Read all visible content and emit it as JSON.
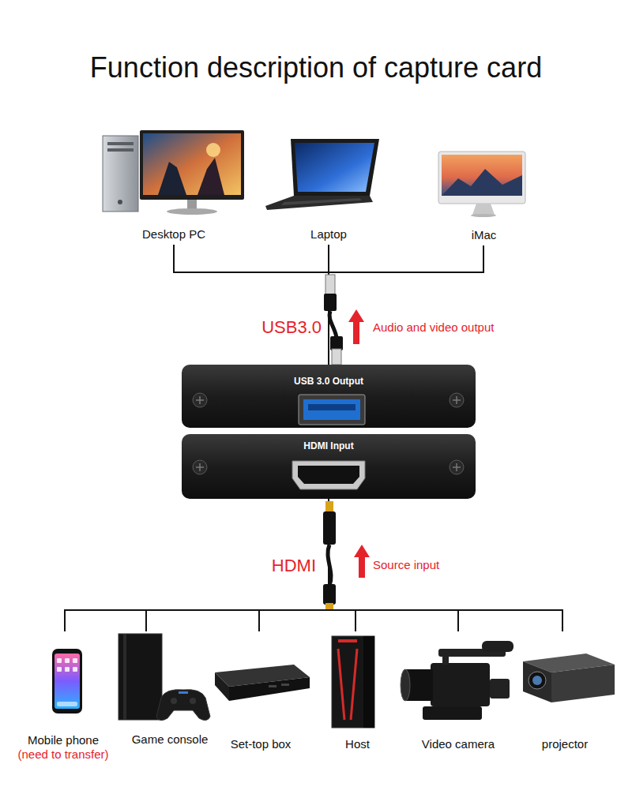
{
  "diagram": {
    "title": "Function description of capture card",
    "nodes": [
      {
        "text": [
          "Desktop PC"
        ]
      },
      {
        "text": [
          "Laptop"
        ]
      },
      {
        "text": [
          "iMac"
        ]
      },
      {
        "text": [
          "USB 3.0 Output"
        ]
      },
      {
        "text": [
          "HDMI Input"
        ]
      },
      {
        "text": [
          "Mobile phone",
          "(need to transfer)"
        ]
      },
      {
        "text": [
          "Game console"
        ]
      },
      {
        "text": [
          "Set-top box"
        ]
      },
      {
        "text": [
          "Host"
        ]
      },
      {
        "text": [
          "Video camera"
        ]
      },
      {
        "text": [
          "projector"
        ]
      }
    ],
    "edges": [
      {
        "from": 3,
        "to": 0,
        "arrow": "none"
      },
      {
        "from": 3,
        "to": 1,
        "arrow": "none"
      },
      {
        "from": 3,
        "to": 2,
        "arrow": "none"
      },
      {
        "from": 5,
        "to": 4,
        "arrow": "none"
      },
      {
        "from": 6,
        "to": 4,
        "arrow": "none"
      },
      {
        "from": 7,
        "to": 4,
        "arrow": "none"
      },
      {
        "from": 8,
        "to": 4,
        "arrow": "none"
      },
      {
        "from": 9,
        "to": 4,
        "arrow": "none"
      },
      {
        "from": 10,
        "to": 4,
        "arrow": "none"
      }
    ],
    "labels": [
      "USB3.0",
      "Audio and video output",
      "HDMI",
      "Source input"
    ]
  }
}
